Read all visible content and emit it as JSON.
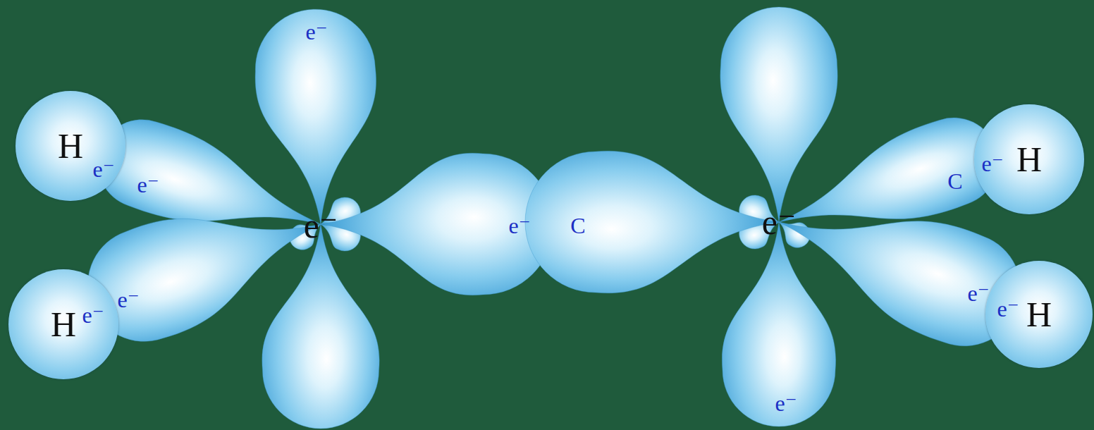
{
  "diagram": {
    "nodes": [
      {
        "text": [
          "H"
        ]
      },
      {
        "text": [
          "H"
        ]
      },
      {
        "text": [
          "H"
        ]
      },
      {
        "text": [
          "H"
        ]
      }
    ],
    "labels": [
      "e⁻",
      "e⁻",
      "e⁻",
      "e⁻",
      "e⁻",
      "C",
      "e⁻",
      "e⁻",
      "C",
      "e⁻",
      "e⁻",
      "e⁻",
      "e⁻",
      "e⁻"
    ]
  }
}
